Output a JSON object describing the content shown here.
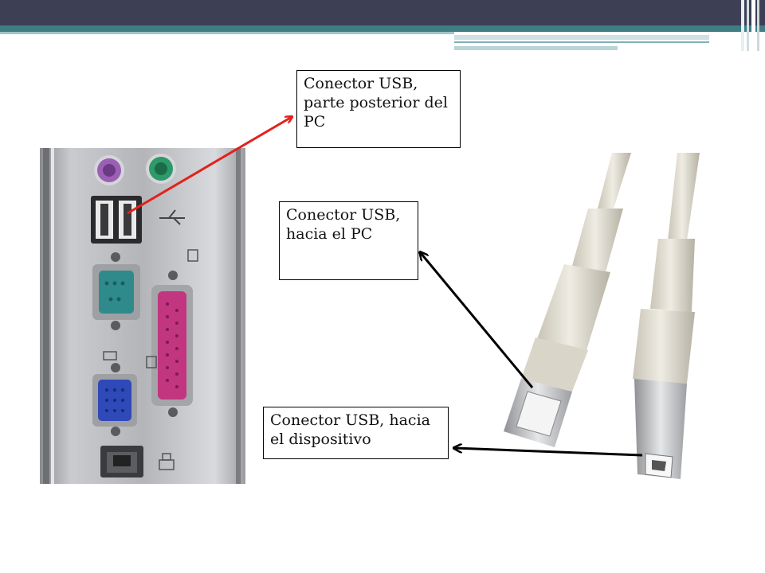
{
  "labels": {
    "rear_connector": "Conector USB, parte posterior del PC",
    "to_pc_connector": "Conector USB, hacia el PC",
    "to_device_connector": "Conector USB, hacia el dispositivo"
  },
  "colors": {
    "top_bar": "#3d3f55",
    "accent_band": "#3e7d83",
    "rear_arrow": "#e3211c",
    "connector_arrows": "#000000",
    "ps2_mouse": "#9b5fb4",
    "ps2_keyboard": "#2e9a6a",
    "serial_port": "#2f8a8c",
    "parallel_port": "#c2357f",
    "vga_port": "#2f49b8",
    "cable": "#e6e2d6"
  },
  "icons": [
    "usb-symbol-icon",
    "serial-port-icon",
    "parallel-port-icon",
    "vga-port-icon",
    "ethernet-port-icon"
  ]
}
